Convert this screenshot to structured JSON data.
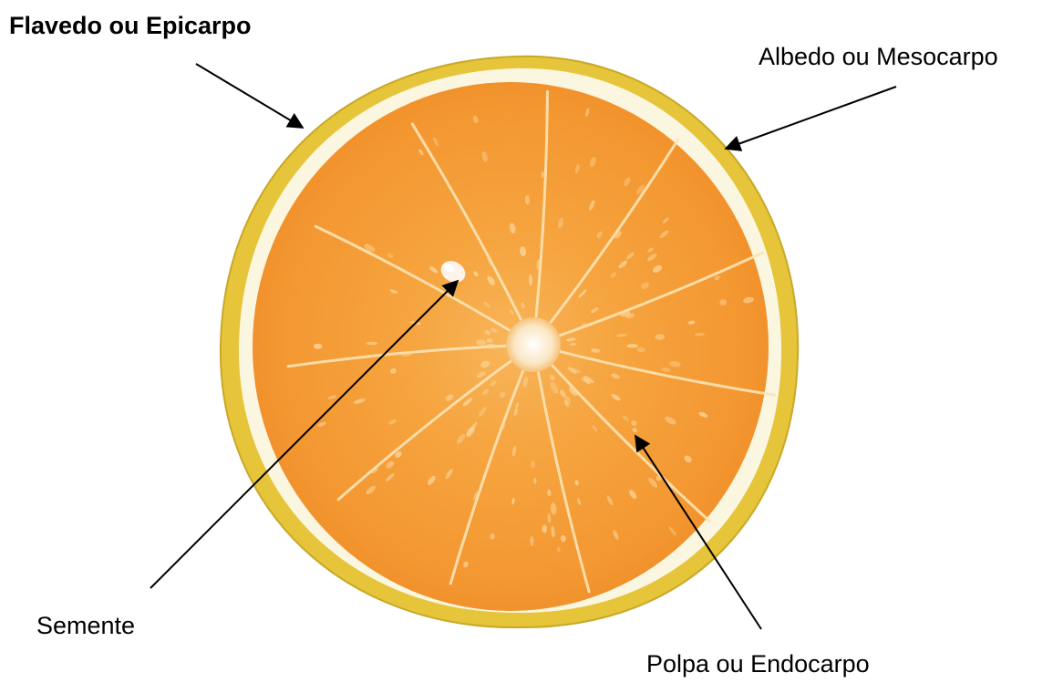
{
  "labels": {
    "flavedo": "Flavedo ou Epicarpo",
    "albedo": "Albedo ou Mesocarpo",
    "semente": "Semente",
    "polpa": "Polpa ou Endocarpo"
  },
  "colors": {
    "flavedo_rind": "#e9c93a",
    "albedo_pith": "#fbf6df",
    "pulp": "#f49a2e",
    "pulp_light": "#f8b55a",
    "segment_membrane": "#fce2b8",
    "core": "#fff6e6",
    "arrow": "#000000"
  }
}
